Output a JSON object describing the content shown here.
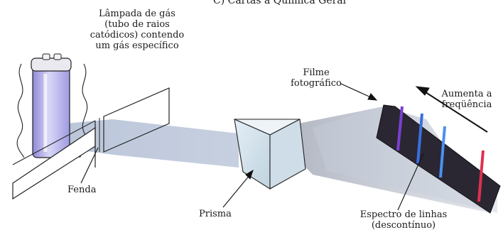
{
  "header_fragment": "C) Cartas a Química Geral",
  "labels": {
    "lamp": [
      "Lâmpada de gás",
      "(tubo de raios",
      "catódicos) contendo",
      "um gás específico"
    ],
    "film": [
      "Filme",
      "fotográfico"
    ],
    "frequency": [
      "Aumenta a",
      "freqüência"
    ],
    "slit": "Fenda",
    "prism": "Prisma",
    "spectrum": [
      "Espectro de linhas",
      "(descontínuo)"
    ]
  },
  "spectral_lines": [
    {
      "name": "violet-line",
      "color": "#7a3fd0"
    },
    {
      "name": "blue-line-1",
      "color": "#3a6fe0"
    },
    {
      "name": "blue-line-2",
      "color": "#4a90f0"
    },
    {
      "name": "red-line",
      "color": "#e03050"
    }
  ],
  "colors": {
    "beam": "#c9d3e4",
    "lamp_tube": "#a7a3e6",
    "film": "#2a2732",
    "prism_face": "#d9e6ef"
  }
}
